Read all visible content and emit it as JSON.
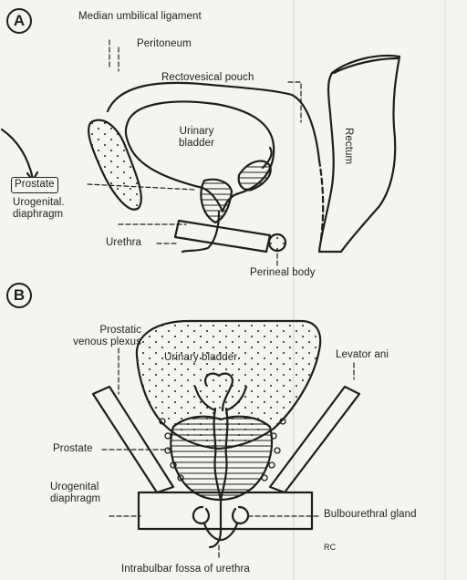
{
  "panels": {
    "a": {
      "letter": "A"
    },
    "b": {
      "letter": "B"
    }
  },
  "panel_a": {
    "median_umbilical_ligament": "Median umbilical ligament",
    "peritoneum": "Peritoneum",
    "rectovesical_pouch": "Rectovesical pouch",
    "urinary_bladder_line1": "Urinary",
    "urinary_bladder_line2": "bladder",
    "rectum": "Rectum",
    "prostate": "Prostate",
    "urogenital_line1": "Urogenital.",
    "urogenital_line2": "diaphragm",
    "urethra": "Urethra",
    "perineal_body": "Perineal body"
  },
  "panel_b": {
    "prostatic_line1": "Prostatic",
    "prostatic_line2": "venous plexus",
    "urinary_bladder": "Urinary   bladder",
    "levator_ani": "Levator ani",
    "prostate": "Prostate",
    "urogenital_line1": "Urogenital",
    "urogenital_line2": "diaphragm",
    "bulbourethral_gland": "Bulbourethral gland",
    "intrabulbar_fossa": "Intrabulbar fossa of urethra",
    "initials": "RC"
  },
  "colors": {
    "ink": "#1e1e1e",
    "paper": "#f4f4f1"
  }
}
